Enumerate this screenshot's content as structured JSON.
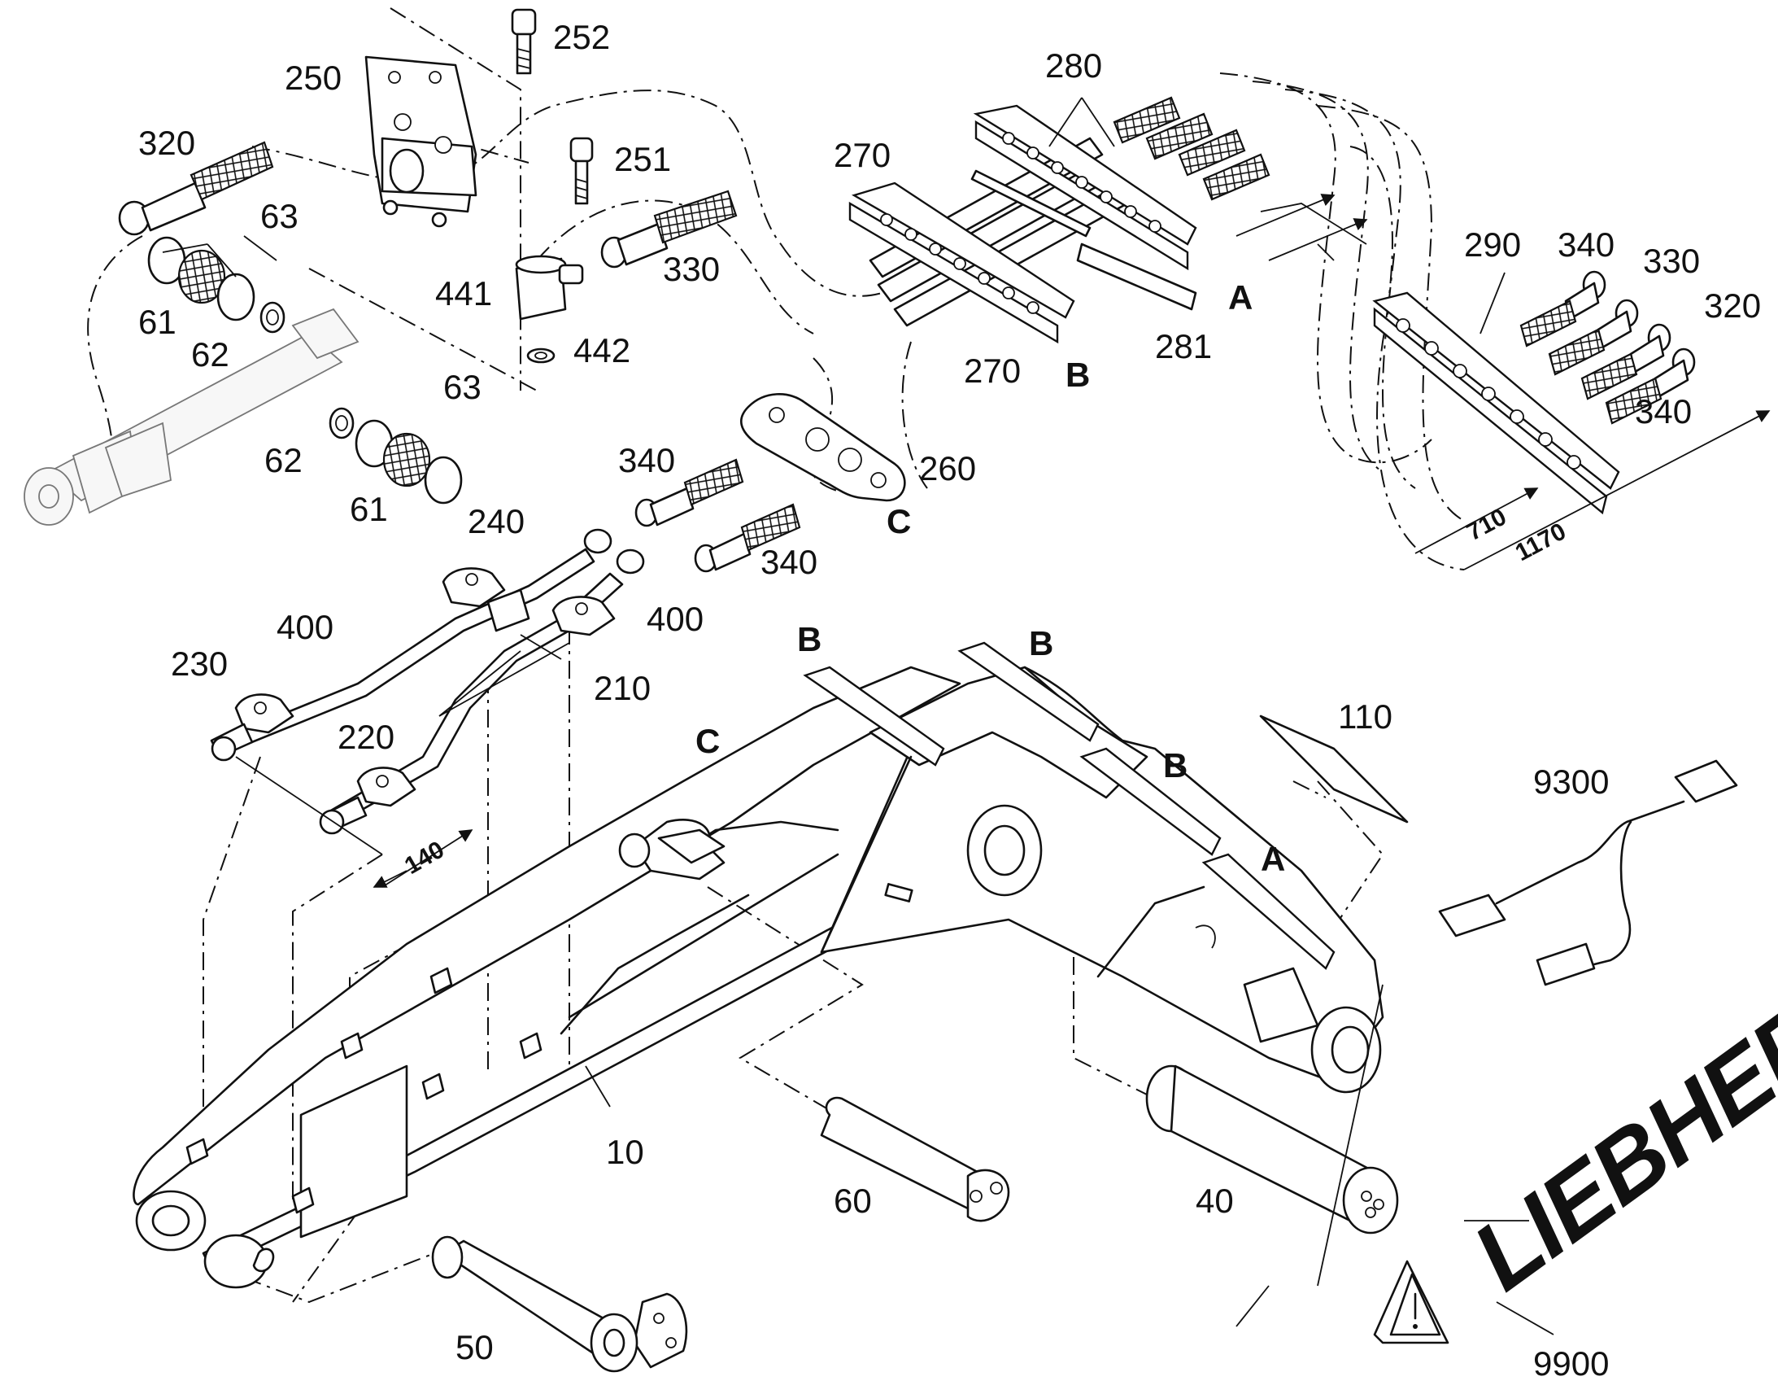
{
  "diagram": {
    "callouts": {
      "n10": "10",
      "n40": "40",
      "n50": "50",
      "n60": "60",
      "n61a": "61",
      "n61b": "61",
      "n62a": "62",
      "n62b": "62",
      "n63a": "63",
      "n63b": "63",
      "n110": "110",
      "n210": "210",
      "n220": "220",
      "n230": "230",
      "n240": "240",
      "n250": "250",
      "n251": "251",
      "n252": "252",
      "n260": "260",
      "n270a": "270",
      "n270b": "270",
      "n280": "280",
      "n281": "281",
      "n290": "290",
      "n320a": "320",
      "n320b": "320",
      "n330a": "330",
      "n330b": "330",
      "n340a": "340",
      "n340b": "340",
      "n340c": "340",
      "n340d": "340",
      "n400a": "400",
      "n400b": "400",
      "n441": "441",
      "n442": "442",
      "n9300": "9300",
      "n9900": "9900"
    },
    "views": {
      "a1": "A",
      "a2": "A",
      "b1": "B",
      "b2": "B",
      "b3": "B",
      "b4": "B",
      "c1": "C",
      "c2": "C"
    },
    "dimensions": {
      "d140": "140",
      "d710": "710",
      "d1170": "1170"
    },
    "brand_logo": "LIEBHERR"
  }
}
